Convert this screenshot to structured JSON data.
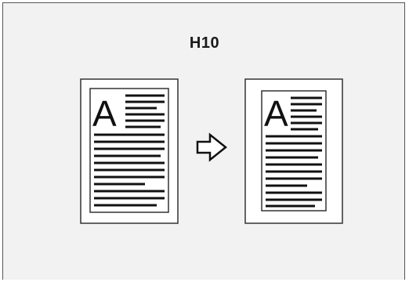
{
  "title": "H10",
  "before_page": {
    "glyph": "A",
    "state": "original"
  },
  "after_page": {
    "glyph": "A",
    "state": "reduced"
  },
  "transition": {
    "icon": "right-arrow-icon"
  },
  "colors": {
    "background": "#f2f2f2",
    "paper": "#ffffff",
    "ink": "#111111",
    "frame": "#555555"
  }
}
